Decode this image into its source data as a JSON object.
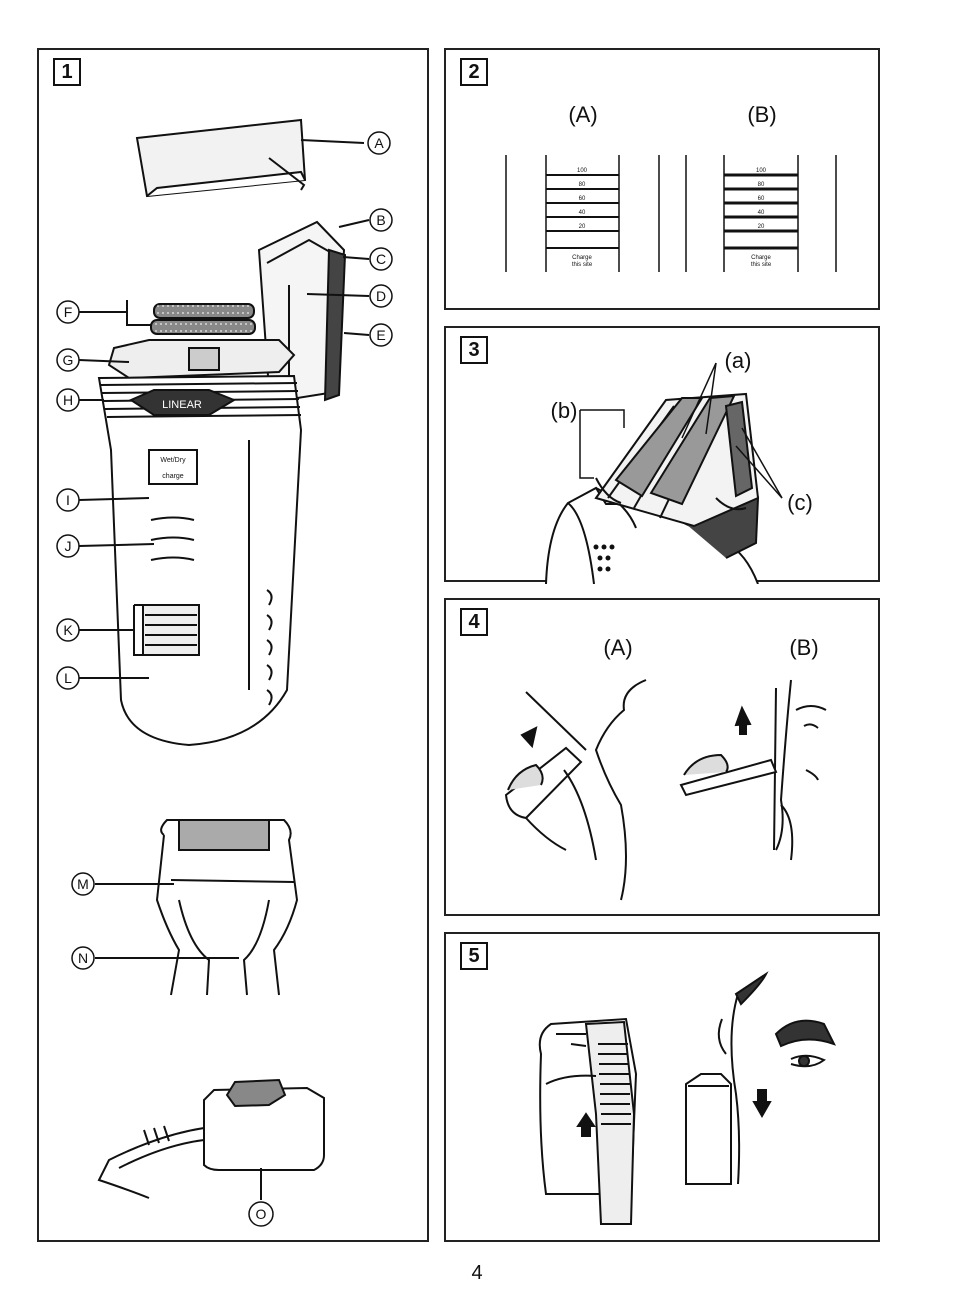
{
  "panels": [
    {
      "number": "1",
      "labels": [
        "A",
        "B",
        "C",
        "D",
        "E",
        "F",
        "G",
        "H",
        "I",
        "J",
        "K",
        "L",
        "M",
        "N",
        "O"
      ],
      "body_text": {
        "brand": "LINEAR",
        "wetdry": "Wet/Dry",
        "charge": "charge"
      }
    },
    {
      "number": "2",
      "col_a": "(A)",
      "col_b": "(B)",
      "gauge_ticks": [
        "100",
        "80",
        "60",
        "40",
        "20"
      ],
      "gauge_bottom": "Charge",
      "gauge_bottom2": "this site"
    },
    {
      "number": "3",
      "label_a": "(a)",
      "label_b": "(b)",
      "label_c": "(c)"
    },
    {
      "number": "4",
      "col_a": "(A)",
      "col_b": "(B)"
    },
    {
      "number": "5"
    }
  ],
  "page_number": "4",
  "colors": {
    "ink": "#111111",
    "paper": "#ffffff",
    "shade": "#cfcfcf"
  }
}
